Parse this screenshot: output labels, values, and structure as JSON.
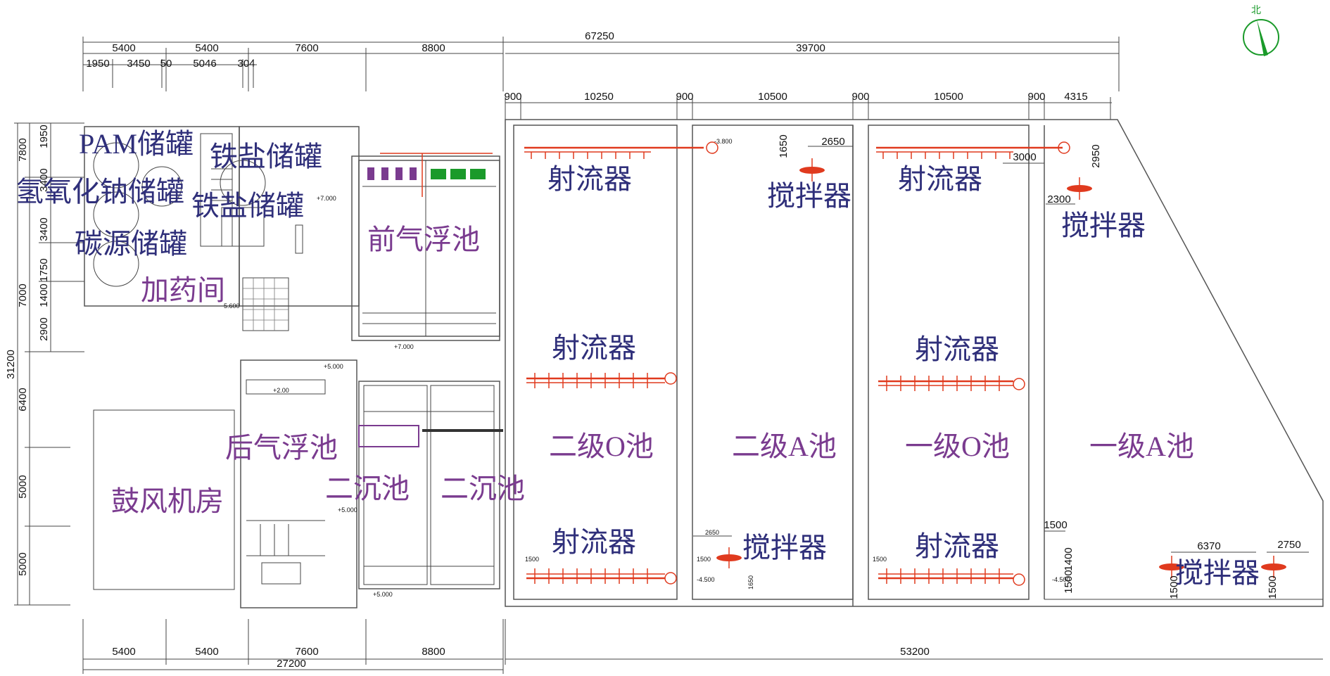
{
  "north": {
    "label": "北"
  },
  "dims_top": {
    "overall": "67250",
    "left": [
      "5400",
      "5400",
      "7600",
      "8800"
    ],
    "left_detail": [
      "1950",
      "3450",
      "50",
      "5046",
      "304"
    ],
    "right_total": "39700",
    "right": [
      "900",
      "10250",
      "900",
      "10500",
      "900",
      "10500",
      "900",
      "4315"
    ]
  },
  "dims_bottom": {
    "left": [
      "5400",
      "5400",
      "7600",
      "8800"
    ],
    "left_total": "27200",
    "right_total": "53200"
  },
  "dims_left": {
    "total": "31200",
    "upper": [
      "7800",
      "1950",
      "3400",
      "3400",
      "1750",
      "1400",
      "7000",
      "2900"
    ],
    "lower": [
      "6400",
      "5000",
      "5000"
    ]
  },
  "tank_dims": [
    "2650",
    "1650",
    "3000",
    "2950",
    "2300",
    "2650",
    "1500",
    "1500",
    "1650",
    "1500",
    "1400",
    "1500",
    "6370",
    "2750",
    "1500",
    "1500",
    "1500"
  ],
  "elevations": [
    "+7.000",
    "+7.000",
    "+5.000",
    "+2.00",
    "+5.000",
    "+5.000",
    "5.600",
    "-3.800",
    "-4.500",
    "-4.500"
  ],
  "labels": {
    "pam_tank": "PAM储罐",
    "iron_salt_tank_1": "铁盐储罐",
    "naoh_tank": "氢氧化钠储罐",
    "iron_salt_tank_2": "铁盐储罐",
    "carbon_tank": "碳源储罐",
    "dosing_room": "加药间",
    "pre_flotation": "前气浮池",
    "post_flotation": "后气浮池",
    "secondary_clarifier_1": "二沉池",
    "secondary_clarifier_2": "二沉池",
    "blower_room": "鼓风机房",
    "jet_1": "射流器",
    "jet_2": "射流器",
    "jet_3": "射流器",
    "jet_4": "射流器",
    "jet_5": "射流器",
    "jet_6": "射流器",
    "mixer_1": "搅拌器",
    "mixer_2": "搅拌器",
    "mixer_3": "搅拌器",
    "mixer_4": "搅拌器",
    "o2_tank": "二级O池",
    "a2_tank": "二级A池",
    "o1_tank": "一级O池",
    "a1_tank": "一级A池"
  },
  "colors": {
    "pipe": "#e03a1e",
    "label": "#2f2f7a",
    "label_purple": "#7a3b8f",
    "north": "#1a9a2a"
  }
}
